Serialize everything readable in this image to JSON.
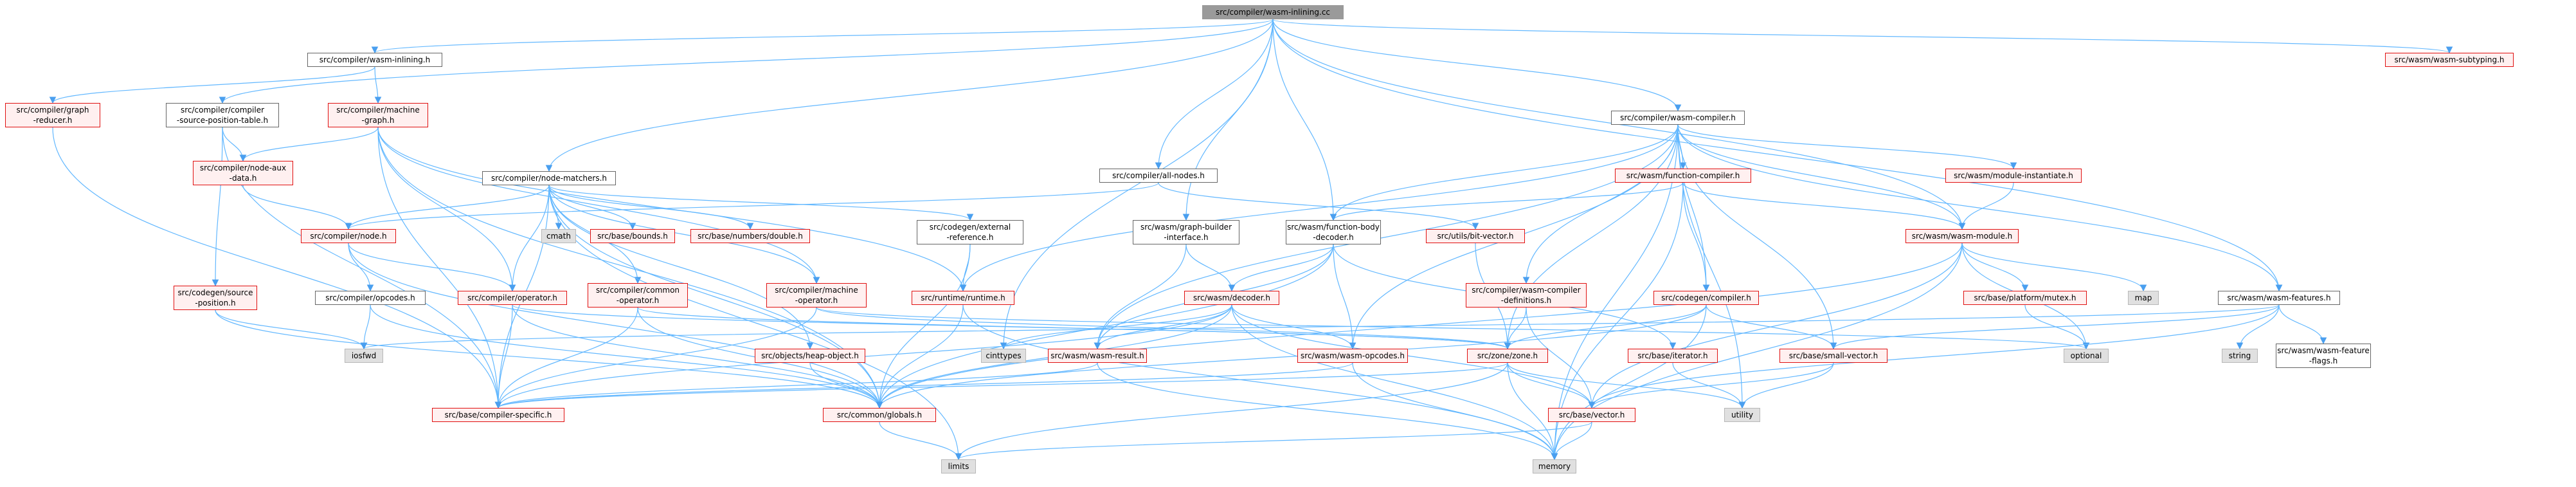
{
  "colors": {
    "edge": "#63b8ff",
    "edge_arrow": "#4a9fef",
    "red_border": "#e01010",
    "red_fill": "#fff0f0",
    "gray_fill": "#e0e0e0",
    "root_fill": "#9a9a9a"
  },
  "nodes": [
    {
      "id": "root",
      "lines": [
        "src/compiler/wasm-inlining.cc"
      ]
    },
    {
      "id": "wasm_inlining_h",
      "lines": [
        "src/compiler/wasm-inlining.h"
      ]
    },
    {
      "id": "wasm_subtyping",
      "lines": [
        "src/wasm/wasm-subtyping.h"
      ]
    },
    {
      "id": "graph_reducer",
      "lines": [
        "src/compiler/graph",
        "-reducer.h"
      ]
    },
    {
      "id": "src_pos_table",
      "lines": [
        "src/compiler/compiler",
        "-source-position-table.h"
      ]
    },
    {
      "id": "machine_graph",
      "lines": [
        "src/compiler/machine",
        "-graph.h"
      ]
    },
    {
      "id": "node_aux",
      "lines": [
        "src/compiler/node-aux",
        "-data.h"
      ]
    },
    {
      "id": "node_matchers",
      "lines": [
        "src/compiler/node-matchers.h"
      ]
    },
    {
      "id": "all_nodes",
      "lines": [
        "src/compiler/all-nodes.h"
      ]
    },
    {
      "id": "wasm_compiler",
      "lines": [
        "src/compiler/wasm-compiler.h"
      ]
    },
    {
      "id": "node_h",
      "lines": [
        "src/compiler/node.h"
      ]
    },
    {
      "id": "cmath",
      "lines": [
        "cmath"
      ]
    },
    {
      "id": "bounds",
      "lines": [
        "src/base/bounds.h"
      ]
    },
    {
      "id": "numbers_double",
      "lines": [
        "src/base/numbers/double.h"
      ]
    },
    {
      "id": "ext_ref",
      "lines": [
        "src/codegen/external",
        "-reference.h"
      ]
    },
    {
      "id": "graph_builder_iface",
      "lines": [
        "src/wasm/graph-builder",
        "-interface.h"
      ]
    },
    {
      "id": "function_body_decoder",
      "lines": [
        "src/wasm/function-body",
        "-decoder.h"
      ]
    },
    {
      "id": "bit_vector",
      "lines": [
        "src/utils/bit-vector.h"
      ]
    },
    {
      "id": "function_compiler",
      "lines": [
        "src/wasm/function-compiler.h"
      ]
    },
    {
      "id": "module_instantiate",
      "lines": [
        "src/wasm/module-instantiate.h"
      ]
    },
    {
      "id": "wasm_module",
      "lines": [
        "src/wasm/wasm-module.h"
      ]
    },
    {
      "id": "codegen_source_pos",
      "lines": [
        "src/codegen/source",
        "-position.h"
      ]
    },
    {
      "id": "opcodes",
      "lines": [
        "src/compiler/opcodes.h"
      ]
    },
    {
      "id": "operator_h",
      "lines": [
        "src/compiler/operator.h"
      ]
    },
    {
      "id": "common_operator",
      "lines": [
        "src/compiler/common",
        "-operator.h"
      ]
    },
    {
      "id": "machine_operator",
      "lines": [
        "src/compiler/machine",
        "-operator.h"
      ]
    },
    {
      "id": "runtime_h",
      "lines": [
        "src/runtime/runtime.h"
      ]
    },
    {
      "id": "decoder_h",
      "lines": [
        "src/wasm/decoder.h"
      ]
    },
    {
      "id": "wasm_compiler_defs",
      "lines": [
        "src/compiler/wasm-compiler",
        "-definitions.h"
      ]
    },
    {
      "id": "codegen_compiler",
      "lines": [
        "src/codegen/compiler.h"
      ]
    },
    {
      "id": "platform_mutex",
      "lines": [
        "src/base/platform/mutex.h"
      ]
    },
    {
      "id": "map",
      "lines": [
        "map"
      ]
    },
    {
      "id": "wasm_features",
      "lines": [
        "src/wasm/wasm-features.h"
      ]
    },
    {
      "id": "iosfwd",
      "lines": [
        "iosfwd"
      ]
    },
    {
      "id": "heap_object",
      "lines": [
        "src/objects/heap-object.h"
      ]
    },
    {
      "id": "cinttypes",
      "lines": [
        "cinttypes"
      ]
    },
    {
      "id": "wasm_result",
      "lines": [
        "src/wasm/wasm-result.h"
      ]
    },
    {
      "id": "wasm_opcodes",
      "lines": [
        "src/wasm/wasm-opcodes.h"
      ]
    },
    {
      "id": "zone_h",
      "lines": [
        "src/zone/zone.h"
      ]
    },
    {
      "id": "iterator_h",
      "lines": [
        "src/base/iterator.h"
      ]
    },
    {
      "id": "small_vector",
      "lines": [
        "src/base/small-vector.h"
      ]
    },
    {
      "id": "optional",
      "lines": [
        "optional"
      ]
    },
    {
      "id": "string",
      "lines": [
        "string"
      ]
    },
    {
      "id": "feature_flags",
      "lines": [
        "src/wasm/wasm-feature",
        "-flags.h"
      ]
    },
    {
      "id": "compiler_specific",
      "lines": [
        "src/base/compiler-specific.h"
      ]
    },
    {
      "id": "globals",
      "lines": [
        "src/common/globals.h"
      ]
    },
    {
      "id": "utility",
      "lines": [
        "utility"
      ]
    },
    {
      "id": "vector_h",
      "lines": [
        "src/base/vector.h"
      ]
    },
    {
      "id": "limits",
      "lines": [
        "limits"
      ]
    },
    {
      "id": "memory",
      "lines": [
        "memory"
      ]
    }
  ]
}
